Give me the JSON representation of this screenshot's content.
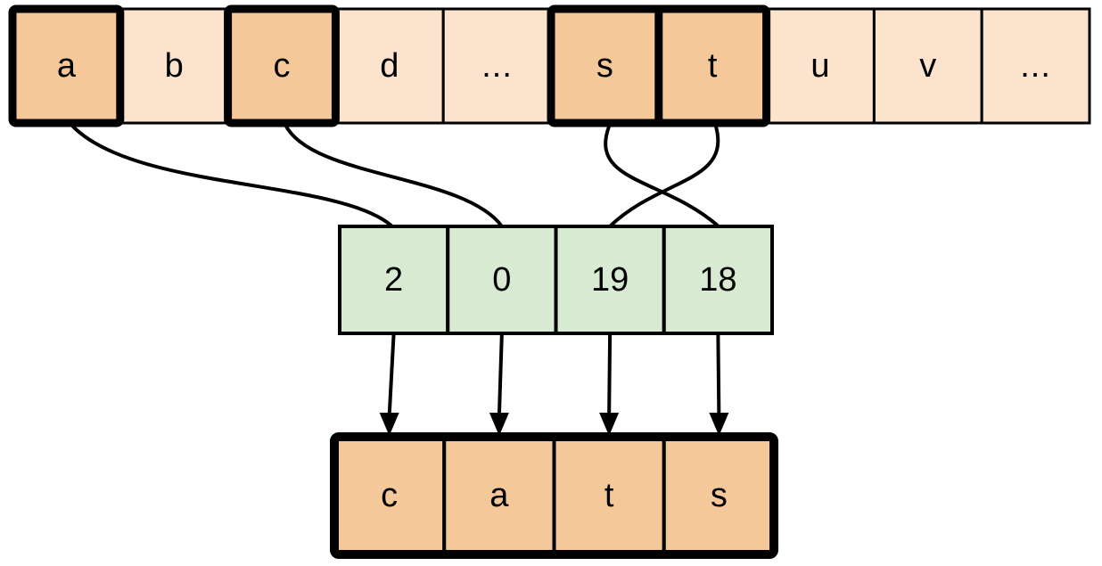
{
  "diagram": {
    "title": "String indexing and reconstruction diagram",
    "colors": {
      "highlight_fill": "#F5C89A",
      "normal_fill": "#FBE3CE",
      "index_fill": "#D9EAD2",
      "output_fill": "#F5C89A",
      "stroke": "#000000",
      "background": "#FFFFFF"
    }
  },
  "alphabet_row": {
    "name": "alphabet-strip",
    "cells": [
      {
        "label": "a",
        "highlighted": true,
        "selected": true
      },
      {
        "label": "b",
        "highlighted": false,
        "selected": false
      },
      {
        "label": "c",
        "highlighted": true,
        "selected": true
      },
      {
        "label": "d",
        "highlighted": false,
        "selected": false
      },
      {
        "label": "...",
        "highlighted": false,
        "selected": false
      },
      {
        "label": "s",
        "highlighted": true,
        "selected": true
      },
      {
        "label": "t",
        "highlighted": true,
        "selected": true
      },
      {
        "label": "u",
        "highlighted": false,
        "selected": false
      },
      {
        "label": "v",
        "highlighted": false,
        "selected": false
      },
      {
        "label": "...",
        "highlighted": false,
        "selected": false
      }
    ]
  },
  "index_row": {
    "name": "index-strip",
    "cells": [
      {
        "label": "2"
      },
      {
        "label": "0"
      },
      {
        "label": "19"
      },
      {
        "label": "18"
      }
    ]
  },
  "output_row": {
    "name": "output-strip",
    "word": "cats",
    "cells": [
      {
        "label": "c"
      },
      {
        "label": "a"
      },
      {
        "label": "t"
      },
      {
        "label": "s"
      }
    ]
  },
  "mappings": {
    "name": "letter-to-index-curves",
    "curves": [
      {
        "from_letter": "a",
        "to_index_value": "0",
        "from_cell": 0,
        "to_cell": 1
      },
      {
        "from_letter": "c",
        "to_index_value": "2",
        "from_cell": 2,
        "to_cell": 0
      },
      {
        "from_letter": "s",
        "to_index_value": "18",
        "from_cell": 5,
        "to_cell": 3
      },
      {
        "from_letter": "t",
        "to_index_value": "19",
        "from_cell": 6,
        "to_cell": 2
      }
    ],
    "arrows": [
      {
        "from_index_value": "2",
        "to_letter": "c"
      },
      {
        "from_index_value": "0",
        "to_letter": "a"
      },
      {
        "from_index_value": "19",
        "to_letter": "t"
      },
      {
        "from_index_value": "18",
        "to_letter": "s"
      }
    ]
  }
}
